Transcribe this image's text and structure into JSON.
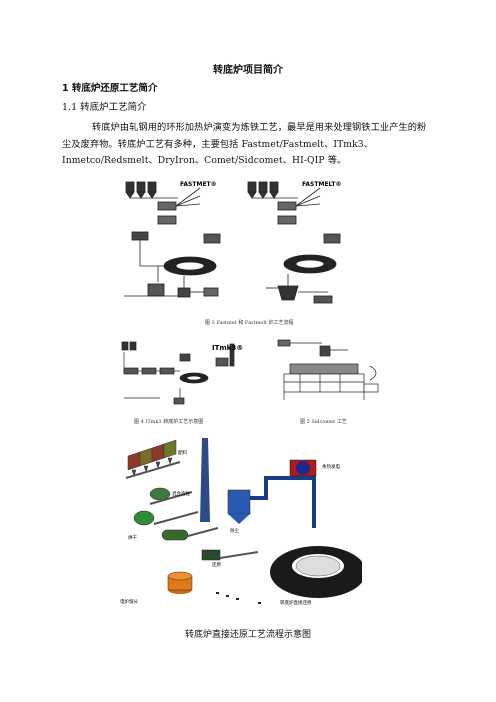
{
  "doc": {
    "title": "转底炉项目简介",
    "h1": "1  转底炉还原工艺简介",
    "h2": "1.1  转底炉工艺简介",
    "paragraph": "转底炉由轧钢用的环形加热炉演变为炼铁工艺，最早是用来处理钢铁工业产生的粉尘及废弃物。转底炉工艺有多种，主要包括 Fastmet/Fastmelt、ITmk3、Inmetco/Redsmelt、DryIron、Comet/Sidcomet、HI-QIP 等。",
    "final_caption": "转底炉直接还原工艺流程示意图"
  },
  "fig3": {
    "logo_left": "FASTMET®",
    "logo_right": "FASTMELT®",
    "caption": "图 3   Fastmet 和 Fastmelt 炉工艺流程"
  },
  "fig4": {
    "logo": "ITmk3®",
    "caption": "图 4   ITmk3 转底炉工艺示意图"
  },
  "fig5": {
    "caption": "图 5   Sidcomet 工艺"
  },
  "big": {
    "label_raw": "配料",
    "label_mix": "混合造粒",
    "label_dry": "烘干",
    "label_reduce": "还原",
    "label_melt": "电炉熔分",
    "label_rotary": "转底炉直接还原",
    "label_dust": "除尘",
    "label_power": "余热发电"
  }
}
